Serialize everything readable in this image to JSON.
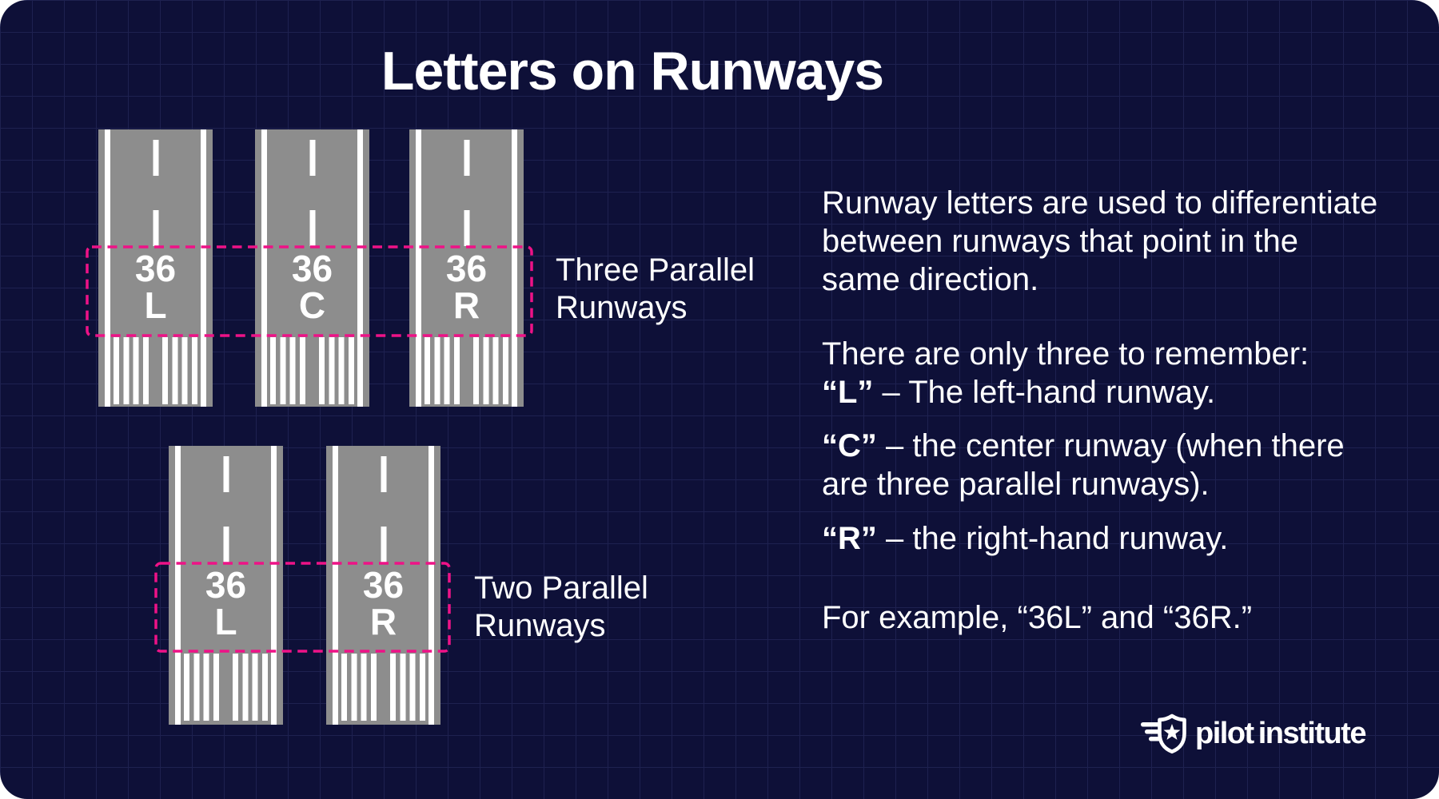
{
  "title": "Letters on Runways",
  "diagram_three": {
    "caption_line1": "Three Parallel",
    "caption_line2": "Runways",
    "runways": [
      {
        "number": "36",
        "letter": "L"
      },
      {
        "number": "36",
        "letter": "C"
      },
      {
        "number": "36",
        "letter": "R"
      }
    ]
  },
  "diagram_two": {
    "caption_line1": "Two Parallel",
    "caption_line2": "Runways",
    "runways": [
      {
        "number": "36",
        "letter": "L"
      },
      {
        "number": "36",
        "letter": "R"
      }
    ]
  },
  "text_panel": {
    "intro": "Runway letters are used to differentiate between runways that point in the same direction.",
    "remember_heading": "There are only three to remember:",
    "items": [
      {
        "key": "“L”",
        "desc": " – The left-hand runway."
      },
      {
        "key": "“C”",
        "desc": " – the center runway (when there are three parallel runways)."
      },
      {
        "key": "“R”",
        "desc": " – the right-hand runway."
      }
    ],
    "example": "For example, “36L” and “36R.”"
  },
  "logo": {
    "word1": "pilot",
    "word2": "institute"
  },
  "colors": {
    "background": "#0e1038",
    "grid_line": "#1e2150",
    "runway_gray": "#8d8d8d",
    "accent_pink": "#ee1287",
    "text": "#ffffff"
  }
}
